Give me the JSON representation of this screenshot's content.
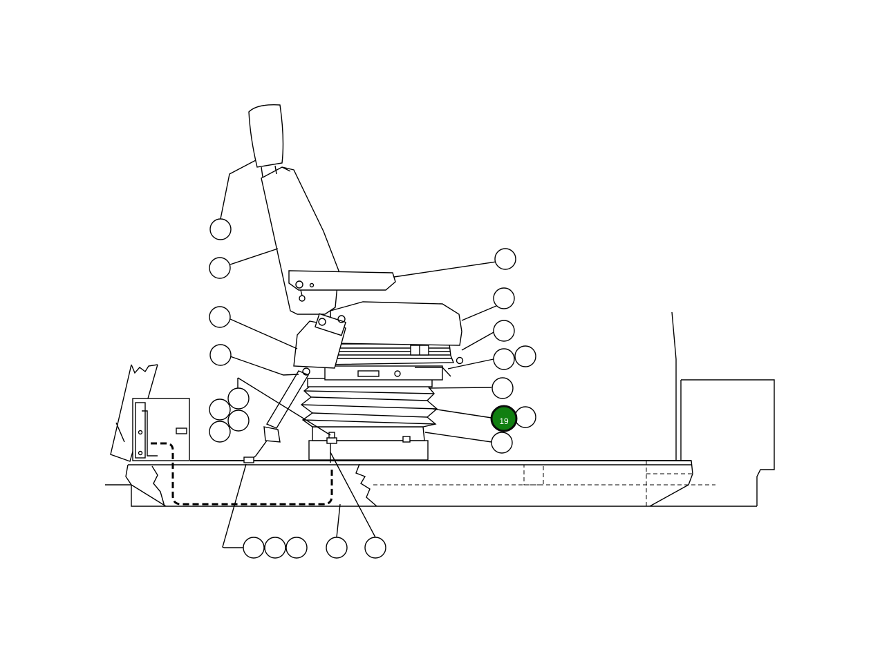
{
  "callouts": [
    {
      "id": "c1",
      "label": ""
    },
    {
      "id": "c2",
      "label": ""
    },
    {
      "id": "c3",
      "label": ""
    },
    {
      "id": "c4",
      "label": ""
    },
    {
      "id": "c5",
      "label": ""
    },
    {
      "id": "c6",
      "label": ""
    },
    {
      "id": "c7",
      "label": ""
    },
    {
      "id": "c8",
      "label": ""
    },
    {
      "id": "c9",
      "label": ""
    },
    {
      "id": "c10",
      "label": ""
    },
    {
      "id": "c11",
      "label": ""
    },
    {
      "id": "c12",
      "label": ""
    },
    {
      "id": "c13",
      "label": ""
    },
    {
      "id": "c14",
      "label": ""
    },
    {
      "id": "c15",
      "label": ""
    },
    {
      "id": "c16",
      "label": ""
    },
    {
      "id": "c17",
      "label": ""
    },
    {
      "id": "c18",
      "label": ""
    },
    {
      "id": "c19",
      "label": "19",
      "active": true
    },
    {
      "id": "c20",
      "label": ""
    },
    {
      "id": "c21",
      "label": ""
    },
    {
      "id": "c22",
      "label": ""
    },
    {
      "id": "c23",
      "label": ""
    },
    {
      "id": "c24",
      "label": ""
    },
    {
      "id": "c25",
      "label": ""
    }
  ],
  "colors": {
    "active_callout": "#117f11",
    "line": "#000000",
    "background": "#ffffff"
  }
}
